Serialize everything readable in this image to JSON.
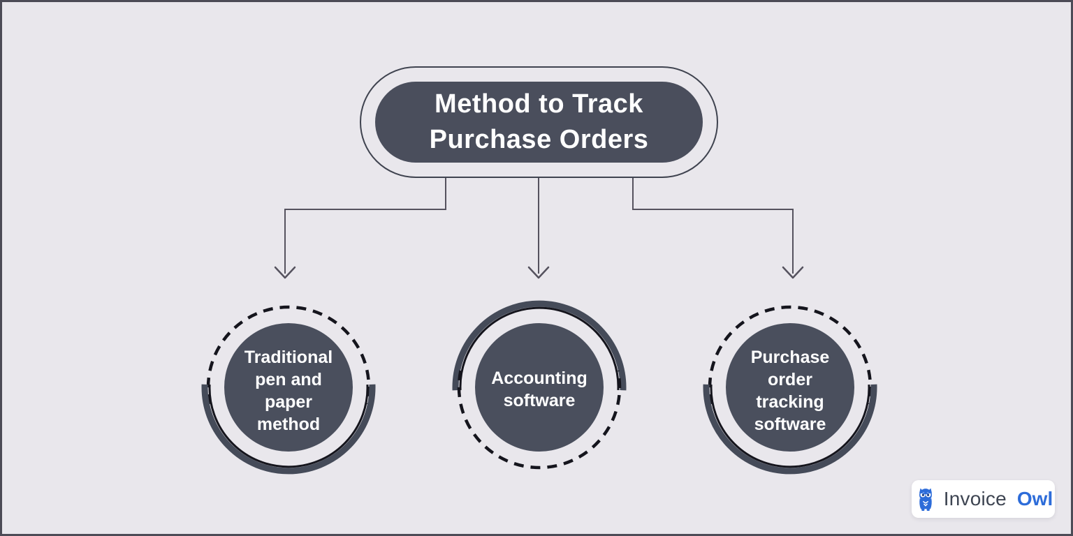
{
  "diagram": {
    "title": "Method to Track\nPurchase Orders",
    "nodes": [
      {
        "id": "traditional-pen-paper",
        "label": "Traditional pen and paper method",
        "display": "Traditional\npen and\npaper\nmethod",
        "ring_style": "dashed-top-solid-bottom"
      },
      {
        "id": "accounting-software",
        "label": "Accounting software",
        "display": "Accounting\nsoftware",
        "ring_style": "solid-top-dashed-bottom"
      },
      {
        "id": "po-tracking-software",
        "label": "Purchase order tracking software",
        "display": "Purchase\norder\ntracking\nsoftware",
        "ring_style": "dashed-top-solid-bottom"
      }
    ]
  },
  "branding": {
    "name": "Invoice Owl",
    "text_primary": "Invoice",
    "text_accent": "Owl",
    "icon": "owl-icon"
  },
  "colors": {
    "background": "#e9e7ec",
    "frame_border": "#4c4b56",
    "node_fill": "#4a4f5d",
    "title_fill": "#4a4e5c",
    "title_outline": "#3f434f",
    "ring_dark": "#15151d",
    "ring_band": "#454b59",
    "connector": "#55525e",
    "text_on_dark": "#ffffff",
    "logo_blue": "#2d6cd9",
    "logo_text": "#3e4552"
  }
}
